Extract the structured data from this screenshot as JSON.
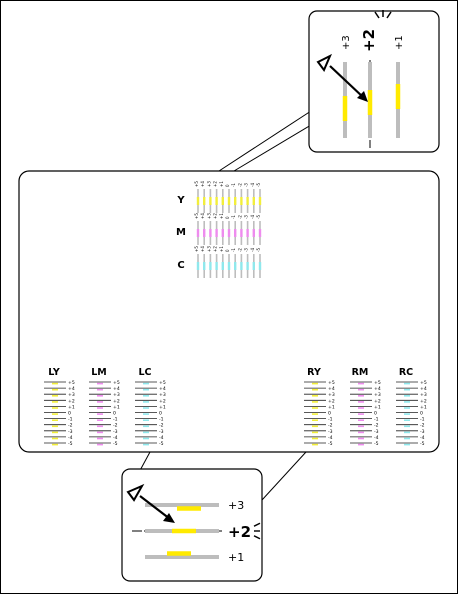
{
  "colors": {
    "Y": "#f2ee3a",
    "M": "#ee8cee",
    "C": "#8fe8ec",
    "gray": "#bdbdbd",
    "dark": "#222222",
    "highlight": "#ffea00"
  },
  "top_patterns": [
    {
      "id": "Y",
      "label": "Y",
      "color": "#f2ee3a"
    },
    {
      "id": "M",
      "label": "M",
      "color": "#ee8cee"
    },
    {
      "id": "C",
      "label": "C",
      "color": "#8fe8ec"
    }
  ],
  "top_pattern_ticks": [
    "+5",
    "+4",
    "+3",
    "+2",
    "+1",
    "0",
    "-1",
    "-2",
    "-3",
    "-4",
    "-5"
  ],
  "side_columns": [
    {
      "id": "LY",
      "label": "LY",
      "color": "#f2ee3a"
    },
    {
      "id": "LM",
      "label": "LM",
      "color": "#ee8cee"
    },
    {
      "id": "LC",
      "label": "LC",
      "color": "#8fe8ec"
    },
    {
      "id": "RY",
      "label": "RY",
      "color": "#f2ee3a"
    },
    {
      "id": "RM",
      "label": "RM",
      "color": "#ee8cee"
    },
    {
      "id": "RC",
      "label": "RC",
      "color": "#8fe8ec"
    }
  ],
  "side_values": [
    "+5",
    "+4",
    "+3",
    "+2",
    "+1",
    "0",
    "-1",
    "-2",
    "-3",
    "-4",
    "-5"
  ],
  "zoom_top": {
    "labels": [
      "+3",
      "+2",
      "+1"
    ],
    "selected": "+2"
  },
  "zoom_bottom": {
    "labels": [
      "+3",
      "+2",
      "+1"
    ],
    "selected": "+2"
  }
}
